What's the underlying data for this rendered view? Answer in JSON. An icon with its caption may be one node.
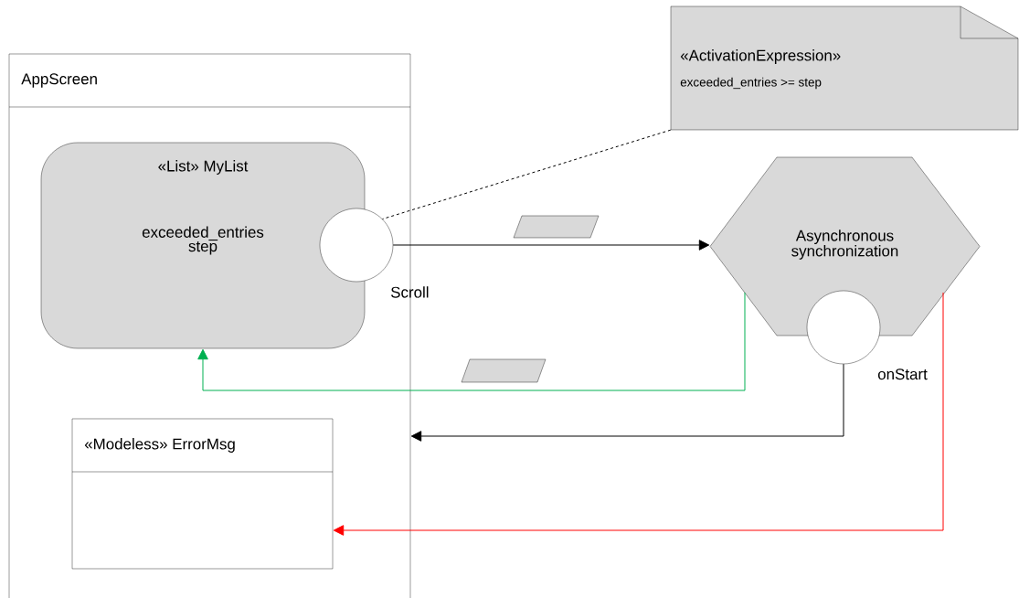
{
  "diagram": {
    "nodes": [
      {
        "text": [
          "AppScreen"
        ]
      },
      {
        "text": [
          "«List» MyList",
          "exceeded_entries step"
        ],
        "in": 0
      },
      {
        "text": [],
        "shape": "circle",
        "beside": [
          "Scroll"
        ],
        "in": 0
      },
      {
        "text": [
          "«Modeless» ErrorMsg"
        ],
        "in": 0
      },
      {
        "text": [
          "«ActivationExpression»",
          "exceeded_entries >= step"
        ]
      },
      {
        "text": [
          "Asynchronous synchronization"
        ]
      },
      {
        "text": [],
        "shape": "circle",
        "beside": [
          "onStart"
        ]
      },
      {
        "text": [],
        "shape": "parallelogram"
      },
      {
        "text": [],
        "shape": "parallelogram"
      }
    ],
    "edges": [
      {
        "from": 2,
        "to": 5,
        "arrow": "to"
      },
      {
        "from": 4,
        "to": 2,
        "arrow": "none",
        "style": "dashed"
      },
      {
        "from": 5,
        "to": 1,
        "arrow": "to",
        "color": "#00b050"
      },
      {
        "from": 6,
        "to": 0,
        "arrow": "to"
      },
      {
        "from": 5,
        "to": 3,
        "arrow": "to",
        "color": "#ff0000"
      }
    ]
  }
}
